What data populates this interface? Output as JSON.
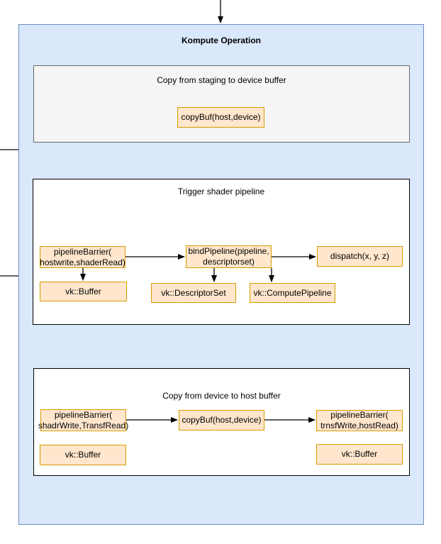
{
  "diagram": {
    "title": "Kompute Operation",
    "sections": {
      "staging": {
        "title": "Copy from staging to device buffer"
      },
      "trigger": {
        "title": "Trigger shader pipeline"
      },
      "device_to_host": {
        "title": "Copy from device to host buffer"
      }
    },
    "nodes": {
      "copybuf_staging": {
        "label": "copyBuf(host,device)"
      },
      "pb_host": {
        "line1": "pipelineBarrier(",
        "line2": "hostwrite,shaderRead)"
      },
      "bind_pipeline": {
        "line1": "bindPipeline(pipeline,",
        "line2": "descriptorset)"
      },
      "dispatch": {
        "label": "dispatch(x, y, z)"
      },
      "vk_buffer_1": {
        "label": "vk::Buffer"
      },
      "vk_descriptor_set": {
        "label": "vk::DescriptorSet"
      },
      "vk_compute_pipeline": {
        "label": "vk::ComputePipeline"
      },
      "pb_shader": {
        "line1": "pipelineBarrier(",
        "line2": "shadrWrite,TransfRead)"
      },
      "copybuf_device": {
        "label": "copyBuf(host,device)"
      },
      "pb_transfer": {
        "line1": "pipelineBarrier(",
        "line2": "trnsfWrite,hostRead)"
      },
      "vk_buffer_2": {
        "label": "vk::Buffer"
      },
      "vk_buffer_3": {
        "label": "vk::Buffer"
      }
    },
    "colors": {
      "container_fill": "#dae8fc",
      "container_border": "#6c8ebf",
      "section_gray_fill": "#f5f5f5",
      "section_gray_border": "#666666",
      "section_white_border": "#000000",
      "node_fill": "#ffe6cc",
      "node_border": "#d79b00",
      "arrow_color": "#000000",
      "stub_color": "#666666"
    }
  }
}
